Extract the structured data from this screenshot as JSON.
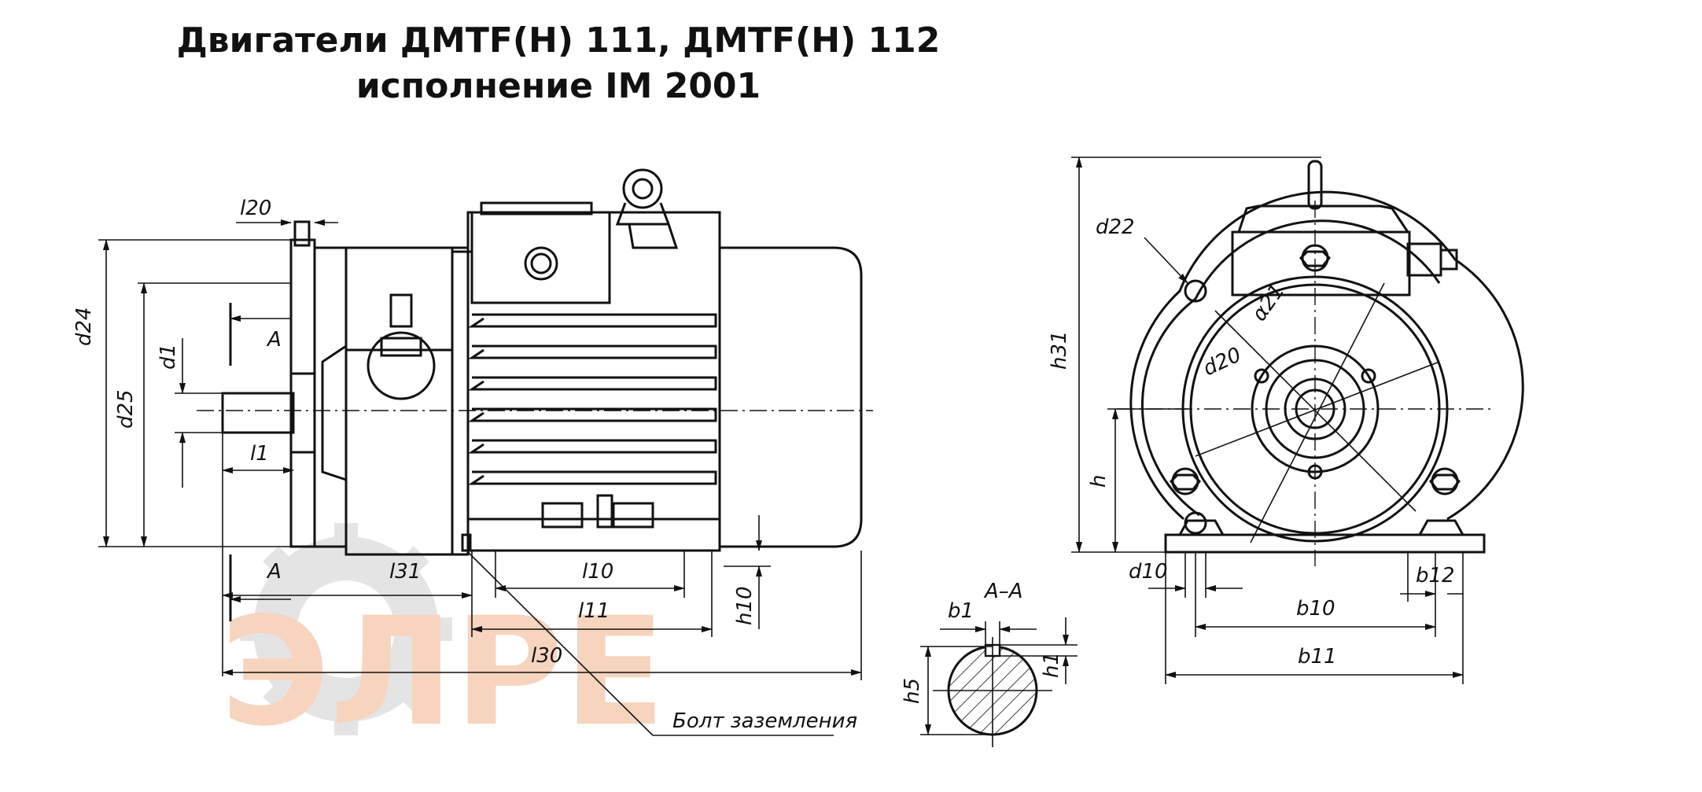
{
  "title": {
    "line1": "Двигатели ДМТF(H) 111, ДМТF(H) 112",
    "line2": "исполнение IM 2001"
  },
  "watermark": {
    "text": "ЭЛРЕ",
    "colors": [
      "#f2b28a",
      "#c8c8c8"
    ]
  },
  "labels": {
    "l20": "l20",
    "d24": "d24",
    "d25": "d25",
    "d1": "d1",
    "l1": "l1",
    "A_top": "A",
    "A_bottom": "A",
    "l31": "l31",
    "l10": "l10",
    "l11": "l11",
    "l30": "l30",
    "h10": "h10",
    "bolt": "Болт  заземления",
    "section": "A–A",
    "b1": "b1",
    "h5": "h5",
    "h1": "h1",
    "h31": "h31",
    "d22": "d22",
    "a21": "α21",
    "d20": "d20",
    "h": "h",
    "d10": "d10",
    "b10": "b10",
    "b11": "b11",
    "b12": "b12"
  }
}
